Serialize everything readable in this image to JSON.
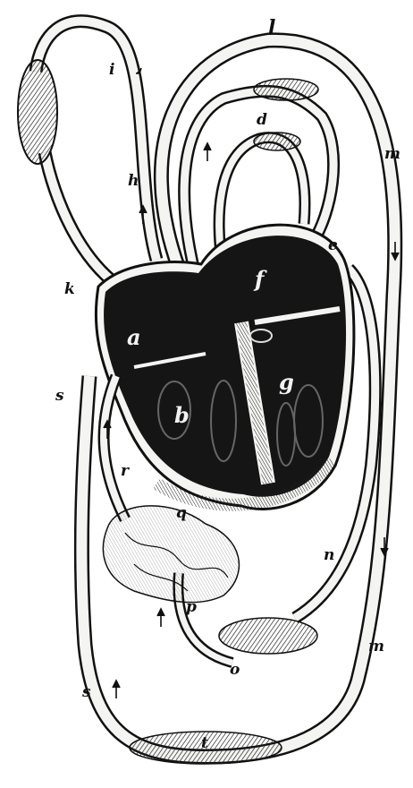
{
  "labels": {
    "a": "a",
    "b": "b",
    "d": "d",
    "e": "e",
    "f": "f",
    "g": "g",
    "h": "h",
    "i": "i",
    "k": "k",
    "l": "l",
    "m_upper": "m",
    "m_lower": "m",
    "n": "n",
    "o": "o",
    "p": "p",
    "q": "q",
    "r": "r",
    "s_upper": "s",
    "s_lower": "s",
    "t": "t"
  },
  "colors": {
    "ink": "#111111",
    "paper": "#ffffff",
    "cavity": "#151515",
    "vessel": "#f4f4f2"
  }
}
